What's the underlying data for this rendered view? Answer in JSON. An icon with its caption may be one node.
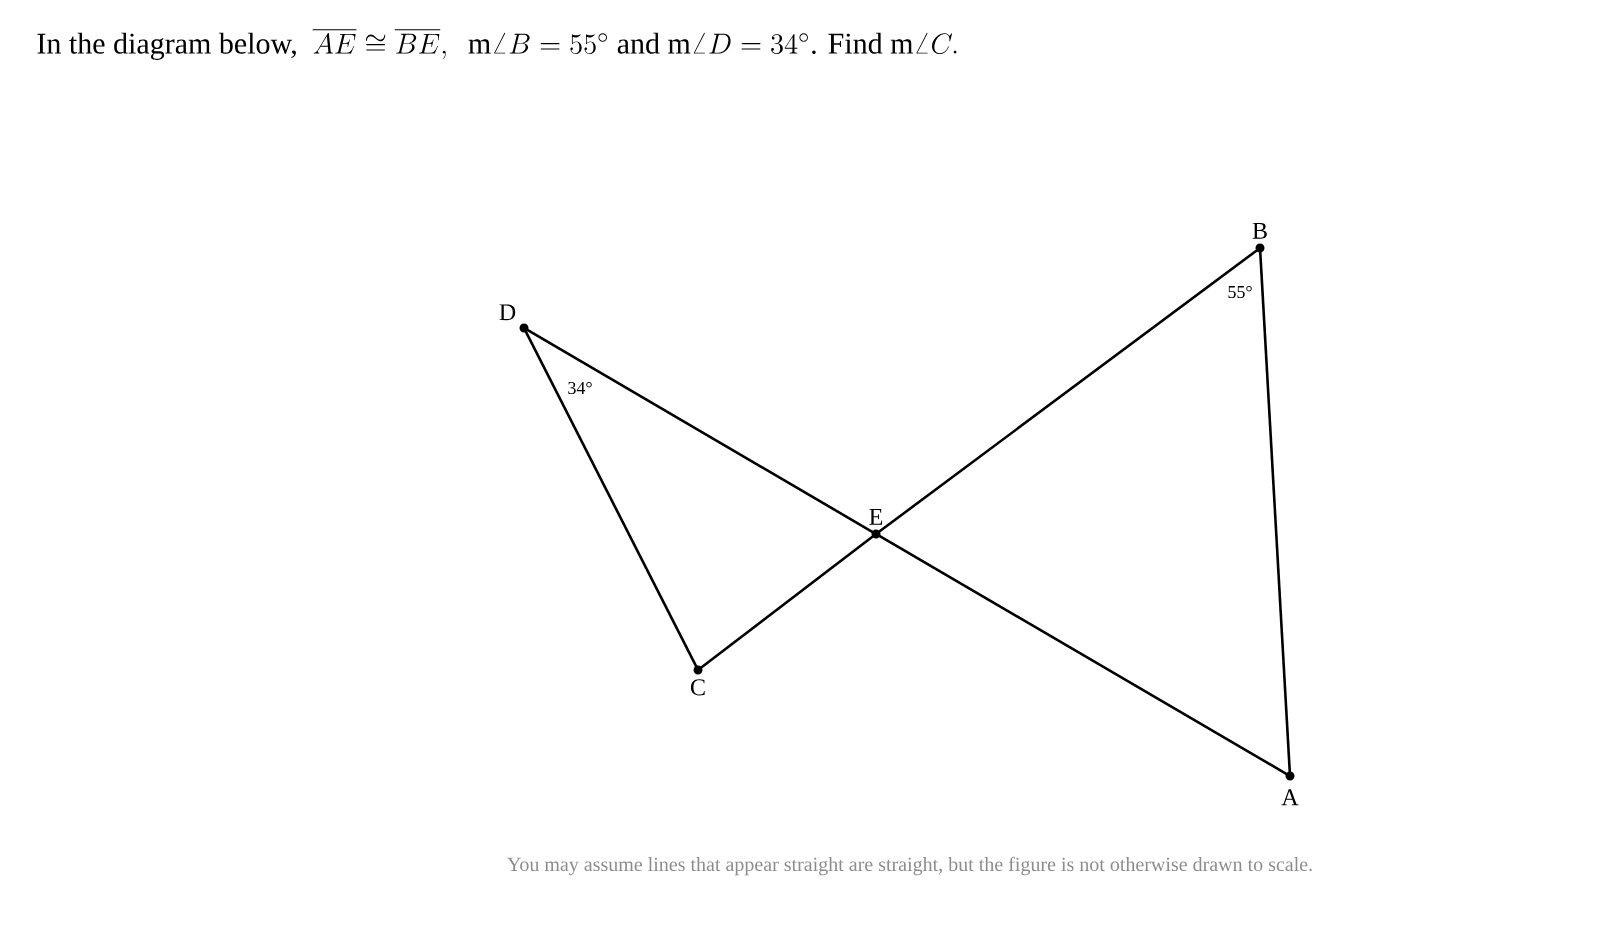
{
  "diagram": {
    "title": "\\text{In the diagram below,}\\ \\ \\overline{AE}\\cong\\overline{BE},\\ \\ \\mathrm{m}\\angle B=55^\\circ\\text{ and }\\mathrm{m}\\angle D=34^\\circ\\text{. Find }\\mathrm{m}\\angle C.",
    "caption": "You may assume lines that appear straight are straight, but the figure is not otherwise drawn to scale.",
    "nodes": [
      {
        "text": [
          "D"
        ]
      },
      {
        "text": [
          "C"
        ]
      },
      {
        "text": [
          "E"
        ]
      },
      {
        "text": [
          "B"
        ]
      },
      {
        "text": [
          "A"
        ]
      }
    ],
    "edges": [
      {
        "from": 0,
        "to": 1,
        "arrow": "none"
      },
      {
        "from": 1,
        "to": 2,
        "arrow": "none"
      },
      {
        "from": 2,
        "to": 3,
        "arrow": "none"
      },
      {
        "from": 3,
        "to": 4,
        "arrow": "none"
      },
      {
        "from": 4,
        "to": 2,
        "arrow": "none"
      },
      {
        "from": 2,
        "to": 0,
        "arrow": "none"
      }
    ],
    "labels": [
      "34°",
      "55°"
    ]
  }
}
